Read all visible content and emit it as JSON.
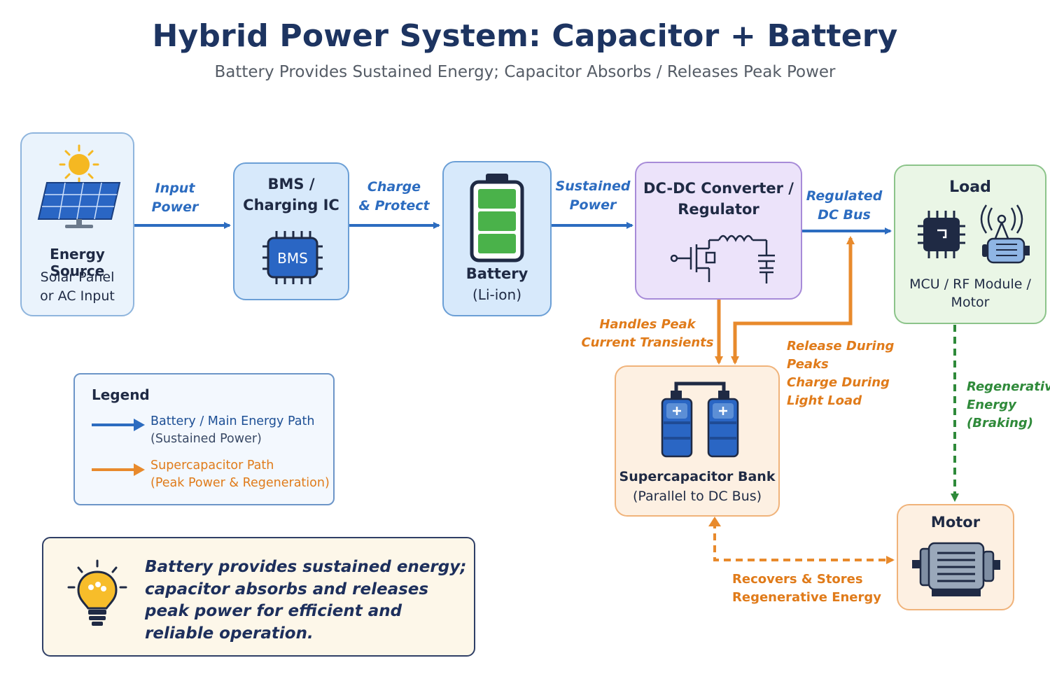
{
  "title": "Hybrid Power System: Capacitor + Battery",
  "subtitle": "Battery Provides Sustained Energy; Capacitor Absorbs / Releases Peak Power",
  "nodes": {
    "energy_source": {
      "title": "Energy Source",
      "line1": "Solar Panel",
      "line2": "or AC Input"
    },
    "bms": {
      "title_line1": "BMS /",
      "title_line2": "Charging IC",
      "chip_label": "BMS"
    },
    "battery": {
      "title": "Battery",
      "subtitle": "(Li-ion)"
    },
    "converter": {
      "title_line1": "DC-DC Converter /",
      "title_line2": "Regulator"
    },
    "load": {
      "title": "Load",
      "line1": "MCU / RF Module /",
      "line2": "Motor"
    },
    "supercap": {
      "title": "Supercapacitor Bank",
      "subtitle": "(Parallel to DC Bus)"
    },
    "motor": {
      "title": "Motor"
    }
  },
  "edges": {
    "input_power": {
      "line1": "Input",
      "line2": "Power"
    },
    "charge_protect": {
      "line1": "Charge",
      "line2": "& Protect"
    },
    "sustained_power": {
      "line1": "Sustained",
      "line2": "Power"
    },
    "regulated_bus": {
      "line1": "Regulated",
      "line2": "DC Bus"
    },
    "handles_peak": {
      "line1": "Handles Peak",
      "line2": "Current Transients"
    },
    "release_charge": {
      "line1": "Release During",
      "line2": "Peaks",
      "line3": "Charge During",
      "line4": "Light Load"
    },
    "regen": {
      "line1": "Regenerative",
      "line2": "Energy",
      "line3": "(Braking)"
    },
    "recovers": {
      "line1": "Recovers & Stores",
      "line2": "Regenerative Energy"
    }
  },
  "legend": {
    "title": "Legend",
    "blue_line1": "Battery / Main Energy Path",
    "blue_line2": "(Sustained Power)",
    "orange_line1": "Supercapacitor Path",
    "orange_line2": "(Peak Power & Regeneration)"
  },
  "note": {
    "line1": "Battery provides sustained energy;",
    "line2": "capacitor absorbs and releases",
    "line3": "peak power for efficient and",
    "line4": "reliable operation."
  },
  "colors": {
    "main_path": "#2c6cc0",
    "supercap_path": "#e07b1a",
    "regen_path": "#2f8a3a",
    "title": "#1d3461"
  }
}
